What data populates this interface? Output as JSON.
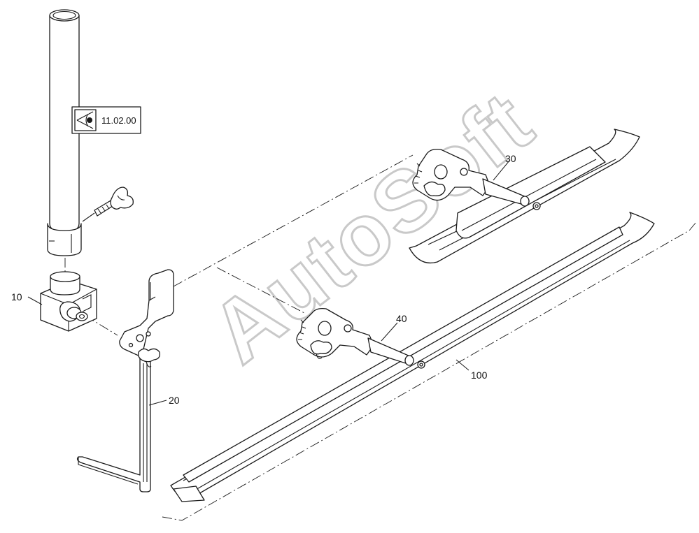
{
  "reference_box": {
    "text": "11.02.00",
    "icon": "eye-icon"
  },
  "callouts": [
    {
      "id": "c10",
      "label": "10"
    },
    {
      "id": "c20",
      "label": "20"
    },
    {
      "id": "c30",
      "label": "30"
    },
    {
      "id": "c40",
      "label": "40"
    },
    {
      "id": "c100",
      "label": "100"
    }
  ],
  "watermark": {
    "text": "AutoSoft"
  }
}
